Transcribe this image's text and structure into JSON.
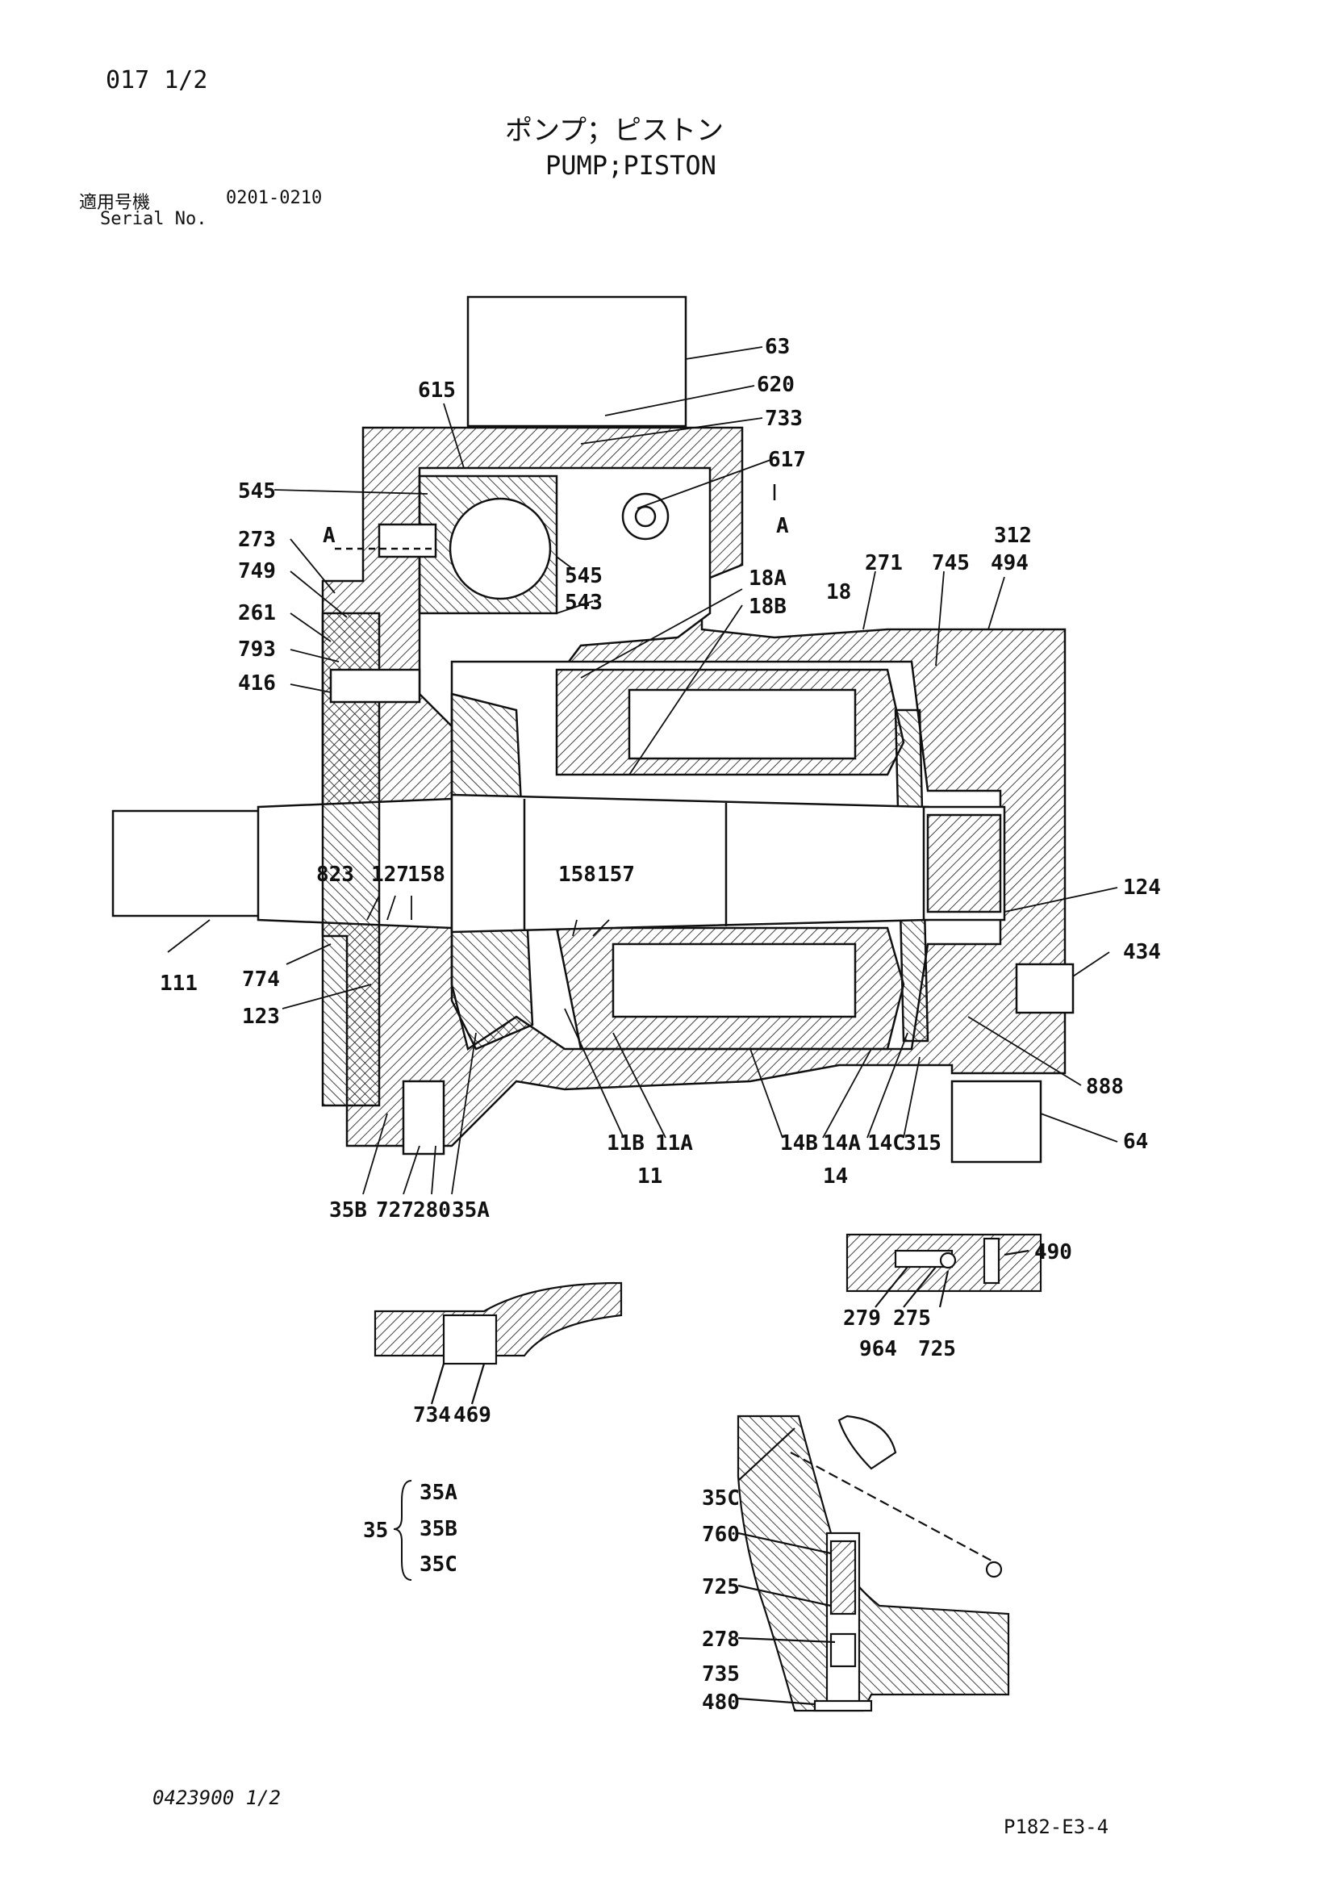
{
  "header": {
    "page_no": "017 1/2",
    "title_jp": "ポンプ；ピストン",
    "title_en": "PUMP;PISTON",
    "serial_label_jp": "適用号機",
    "serial_label_en": "Serial No.",
    "serial_range": "0201-0210"
  },
  "footer": {
    "doc_no": "0423900 1/2",
    "page_code": "P182-E3-4"
  },
  "colors": {
    "line": "#111111",
    "background": "#ffffff"
  },
  "callouts": {
    "c63": "63",
    "c620": "620",
    "c615": "615",
    "c733": "733",
    "c617": "617",
    "c545a": "545",
    "c545b": "545",
    "c543": "543",
    "cA1": "A",
    "cA2": "A",
    "c273": "273",
    "c749": "749",
    "c261": "261",
    "c793": "793",
    "c416": "416",
    "c312": "312",
    "c494": "494",
    "c271": "271",
    "c745": "745",
    "c18A": "18A",
    "c18B": "18B",
    "c18": "18",
    "c823": "823",
    "c127": "127",
    "c158a": "158",
    "c158b": "158",
    "c157": "157",
    "c124": "124",
    "c434": "434",
    "c888": "888",
    "c64": "64",
    "c111": "111",
    "c774": "774",
    "c123": "123",
    "c35B": "35B",
    "c727": "727",
    "c280": "280",
    "c35A": "35A",
    "c11B": "11B",
    "c11A": "11A",
    "c11": "11",
    "c14B": "14B",
    "c14A": "14A",
    "c14C": "14C",
    "c315": "315",
    "c14": "14",
    "c490": "490",
    "c279": "279",
    "c275": "275",
    "c964": "964",
    "c725a": "725",
    "c734": "734",
    "c469": "469",
    "c35": "35",
    "c35A2": "35A",
    "c35B2": "35B",
    "c35C2": "35C",
    "c35C": "35C",
    "c760": "760",
    "c725b": "725",
    "c278": "278",
    "c735": "735",
    "c480": "480"
  }
}
